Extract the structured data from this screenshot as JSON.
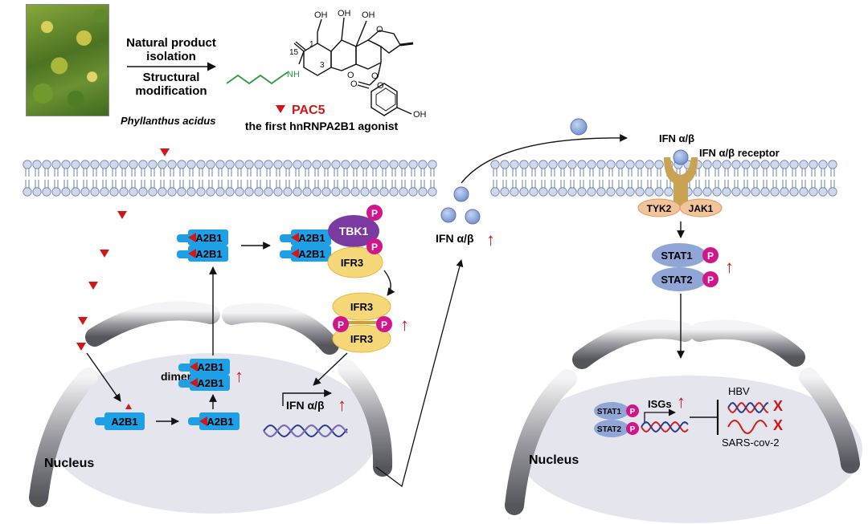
{
  "header": {
    "step1": "Natural product",
    "step2": "isolation",
    "step3": "Structural",
    "step4": "modification",
    "plant_name": "Phyllanthus acidus",
    "compound_name": "PAC5",
    "compound_desc": "the first hnRNPA2B1 agonist"
  },
  "molecule": {
    "oh1": "OH",
    "oh2": "OH",
    "oh3": "OH",
    "oh4": "OH",
    "o1": "O",
    "o2": "O",
    "o3": "O",
    "o4": "O",
    "o5": "O",
    "nh": "NH",
    "c1": "1",
    "c3": "3",
    "c15": "15"
  },
  "labels": {
    "a2b1": "A2B1",
    "tbk1": "TBK1",
    "ifr3": "IFR3",
    "p": "P",
    "dimer": "dimer",
    "ifn": "IFN α/β",
    "ifn_receptor": "IFN α/β receptor",
    "tyk2": "TYK2",
    "jak1": "JAK1",
    "stat1": "STAT1",
    "stat2": "STAT2",
    "isgs": "ISGs",
    "hbv": "HBV",
    "sars": "SARS-cov-2",
    "x": "X",
    "nucleus": "Nucleus",
    "up": "↑"
  },
  "colors": {
    "a2b1_fill": "#1ea0e6",
    "tbk1_fill": "#7a3aa0",
    "ifr3_fill": "#f7d878",
    "phospho_fill": "#d0168a",
    "stat_fill": "#8fa6d6",
    "receptor_fill": "#c9a352",
    "kinase_fill": "#f3c49a",
    "ifn_dot_fill": "#8eaede",
    "compound_red": "#d01818",
    "membrane_head": "#cfd9ec",
    "nucleus_fill": "#e4e4ef",
    "dna_red": "#d42020",
    "dna_blue": "#2a3c8c"
  }
}
